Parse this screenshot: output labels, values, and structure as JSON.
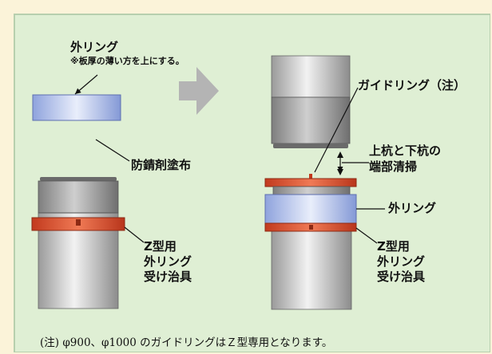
{
  "labels": {
    "outer_ring_top": "外リング",
    "outer_ring_note": "※板厚の薄い方を上にする。",
    "rust_coating": "防錆剤塗布",
    "z_holder_left": [
      "Z型用",
      "外リング",
      "受け治具"
    ],
    "guide_ring": "ガイドリング（注）",
    "end_cleaning": [
      "上杭と下杭の",
      "端部清掃"
    ],
    "outer_ring_right": "外リング",
    "z_holder_right": [
      "Z型用",
      "外リング",
      "受け治具"
    ]
  },
  "note": "(注) φ900、φ1000 のガイドリングはＺ型専用となります。",
  "colors": {
    "background": "#fbf3d9",
    "panel": "#dfefd4",
    "ring_red": "#d94a2a",
    "ring_blue": "#a9b8e8",
    "pipe_gray": "#c9c9c9",
    "arrow_gray": "#b4b4b4"
  }
}
